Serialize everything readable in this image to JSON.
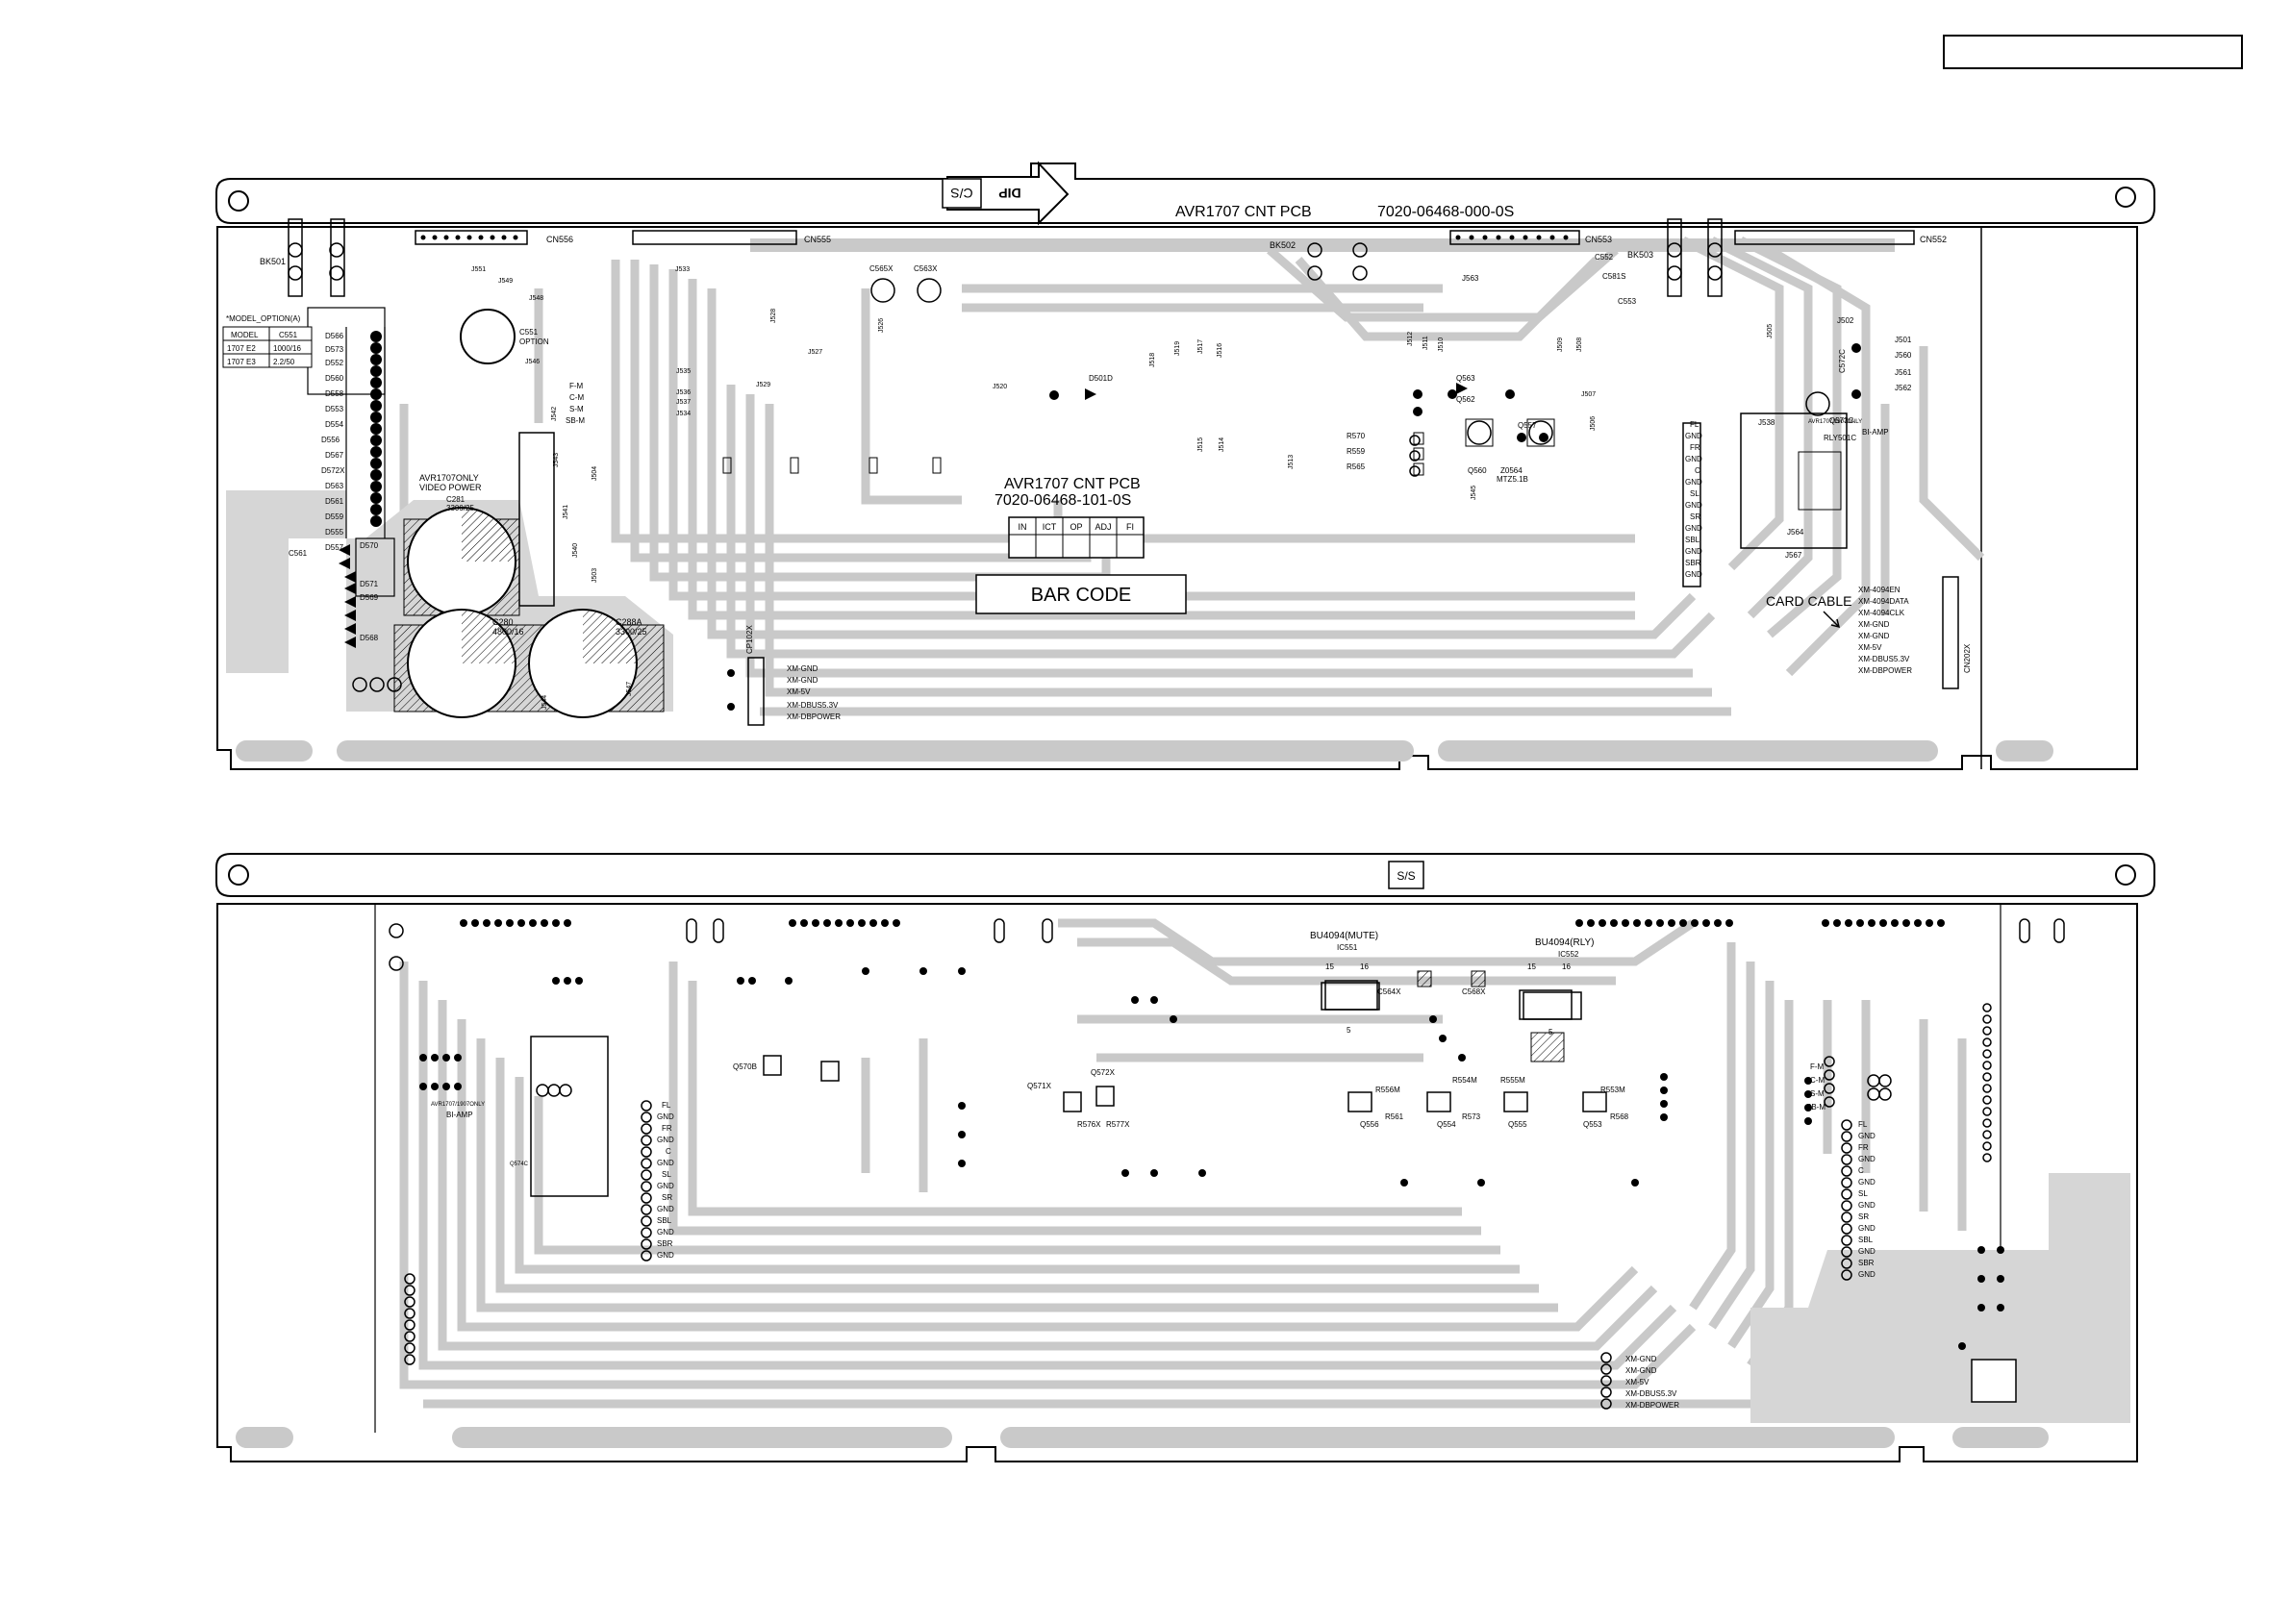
{
  "page": {
    "corner_box_text": ""
  },
  "top_board": {
    "title": "AVR1707 CNT PCB",
    "part_number": "7020-06468-000-0S",
    "title2": "AVR1707 CNT PCB",
    "part_number2": "7020-06468-101-0S",
    "arrow_label": "DIP",
    "cs_mark": "C/S",
    "bk_labels": [
      "BK501",
      "BK502",
      "BK503"
    ],
    "cn_labels": [
      "CN556",
      "CN555",
      "CN553",
      "CN552"
    ],
    "inspection_cells": [
      "IN",
      "ICT",
      "OP",
      "ADJ",
      "FI"
    ],
    "barcode_label": "BAR CODE",
    "model_option": {
      "title": "*MODEL_OPTION(A)",
      "header": [
        "MODEL",
        "C551"
      ],
      "rows": [
        [
          "1707 E2",
          "1000/16"
        ],
        [
          "1707 E3",
          "2.2/50"
        ]
      ]
    },
    "video_power_note": [
      "AVR1707ONLY",
      "VIDEO POWER"
    ],
    "cap_c280": [
      "C280",
      "4800/16"
    ],
    "cap_c288a": [
      "C288A",
      "3300/25"
    ],
    "cap_c281": [
      "C281",
      "3300/25"
    ],
    "card_cable_label": "CARD CABLE",
    "xm_right": [
      "XM-4094EN",
      "XM-4094DATA",
      "XM-4094CLK",
      "XM-GND",
      "XM-GND",
      "XM-5V",
      "XM-DBUS5.3V",
      "XM-DBPOWER"
    ],
    "xm_bottom": [
      "XM-GND",
      "XM-GND",
      "XM-5V",
      "XM-DBUS5.3V",
      "XM-DBPOWER"
    ],
    "speaker_labels": [
      "FL",
      "GND",
      "FR",
      "GND",
      "C",
      "GND",
      "SL",
      "GND",
      "SR",
      "GND",
      "SBL",
      "GND",
      "SBR",
      "GND"
    ],
    "left_signals": [
      "F-M",
      "C-M",
      "S-M",
      "SB-M"
    ],
    "diode_labels": [
      "D566",
      "D573",
      "D552",
      "D560",
      "D558",
      "D553",
      "D554",
      "D556",
      "D567",
      "D572X",
      "D563",
      "D561",
      "D559",
      "D555",
      "D557"
    ],
    "misc_labels": [
      "D501D",
      "Q563",
      "Q562",
      "Q557",
      "Q560",
      "Z0564",
      "MTZ5.1B",
      "RLY501C",
      "BI-AMP",
      "AVR1707/1907ONLY",
      "C565X",
      "C563X",
      "C551",
      "OPTION",
      "C561",
      "D570",
      "D571",
      "D569",
      "D568",
      "R570",
      "R559",
      "R565",
      "J560",
      "J561",
      "J562",
      "J563",
      "J564",
      "J567",
      "C552",
      "C553",
      "C581S",
      "J538",
      "J501",
      "J502",
      "C572C",
      "Q573C",
      "CP102X",
      "CN202X"
    ],
    "vertical_small": [
      "J551",
      "J549",
      "J548",
      "J546",
      "J533",
      "J534",
      "J535",
      "J536",
      "J537",
      "J526",
      "J527",
      "J528",
      "J529",
      "J520",
      "J519",
      "J518",
      "J517",
      "J516",
      "J515",
      "J514",
      "J513",
      "J512",
      "J511",
      "J510",
      "J509",
      "J508",
      "J507",
      "J506",
      "J505",
      "J504",
      "J503",
      "J540",
      "J541",
      "J542",
      "J543",
      "J544",
      "J545",
      "J547"
    ]
  },
  "bottom_board": {
    "ss_mark": "S/S",
    "ic551": [
      "BU4094(MUTE)",
      "IC551"
    ],
    "ic552": [
      "BU4094(RLY)",
      "IC552"
    ],
    "transistor_labels": [
      "Q570B",
      "Q571X",
      "Q572X",
      "Q556",
      "Q554",
      "Q555",
      "Q553",
      "R556M",
      "R554M",
      "R555M",
      "R553M",
      "R561",
      "R573",
      "R568",
      "C564X",
      "C568X",
      "R576X",
      "R577X",
      "Q574C"
    ],
    "bi_amp": [
      "AVR1707/1907ONLY",
      "BI-AMP"
    ],
    "left_signals": [
      "F-M",
      "C-M",
      "S-M",
      "SB-M"
    ],
    "speaker_left": [
      "FL",
      "GND",
      "FR",
      "GND",
      "C",
      "GND",
      "SL",
      "GND",
      "SR",
      "GND",
      "SBL",
      "GND",
      "SBR",
      "GND"
    ],
    "speaker_right": [
      "FL",
      "GND",
      "FR",
      "GND",
      "C",
      "GND",
      "SL",
      "GND",
      "SR",
      "GND",
      "SBL",
      "GND",
      "SBR",
      "GND"
    ],
    "xm_labels": [
      "XM-GND",
      "XM-GND",
      "XM-5V",
      "XM-DBUS5.3V",
      "XM-DBPOWER"
    ],
    "ic_pins": [
      "15",
      "16",
      "5",
      "15",
      "16",
      "5"
    ]
  }
}
